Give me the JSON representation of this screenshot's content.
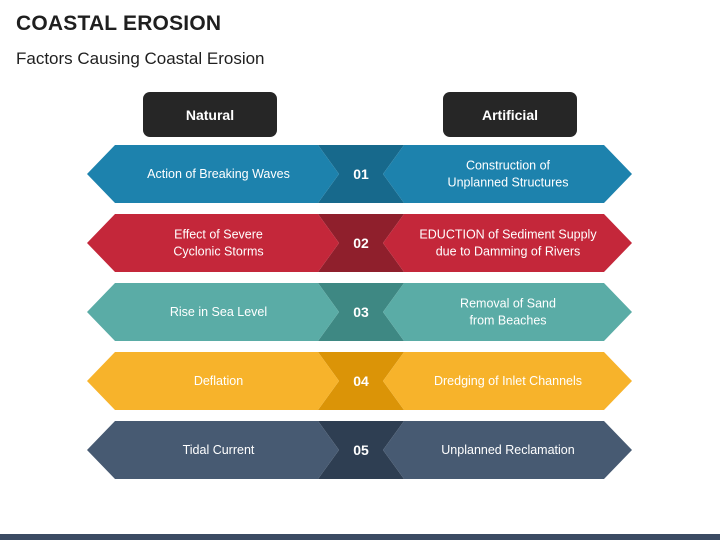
{
  "title": "COASTAL EROSION",
  "subtitle": "Factors Causing Coastal Erosion",
  "headers": {
    "natural": "Natural",
    "artificial": "Artificial"
  },
  "rows": [
    {
      "number": "01",
      "natural": [
        "Action of Breaking Waves"
      ],
      "artificial": [
        "Construction of",
        "Unplanned Structures"
      ],
      "color": "#1d82ad",
      "dark": "#17698c"
    },
    {
      "number": "02",
      "natural": [
        "Effect of Severe",
        "Cyclonic Storms"
      ],
      "artificial": [
        "EDUCTION of Sediment Supply",
        "due to Damming of Rivers"
      ],
      "color": "#c4273a",
      "dark": "#8f1f2c"
    },
    {
      "number": "03",
      "natural": [
        "Rise in Sea Level"
      ],
      "artificial": [
        "Removal of Sand",
        "from Beaches"
      ],
      "color": "#5aaca6",
      "dark": "#3e8883"
    },
    {
      "number": "04",
      "natural": [
        "Deflation"
      ],
      "artificial": [
        "Dredging of Inlet Channels"
      ],
      "color": "#f7b32b",
      "dark": "#db9407"
    },
    {
      "number": "05",
      "natural": [
        "Tidal Current"
      ],
      "artificial": [
        "Unplanned Reclamation"
      ],
      "color": "#475a72",
      "dark": "#2e3e52"
    }
  ]
}
